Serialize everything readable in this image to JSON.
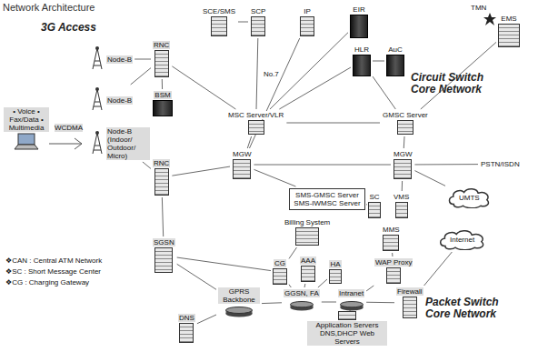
{
  "diagram": {
    "title": "Network Architecture",
    "nodes": [
      {
        "text": [
          "3G Access"
        ]
      },
      {
        "text": [
          "• Voice • Fax/Data • Multimedia"
        ],
        "in": 0
      },
      {
        "text": [
          "Node-B"
        ],
        "in": 0
      },
      {
        "text": [
          "Node-B"
        ],
        "in": 0
      },
      {
        "text": [
          "Node-B (Indoor/ Outdoor/ Micro)"
        ],
        "in": 0
      },
      {
        "text": [
          "RNC"
        ],
        "in": 0
      },
      {
        "text": [
          "RNC"
        ],
        "in": 0
      },
      {
        "text": [
          "BSM"
        ],
        "in": 0
      },
      {
        "text": [
          "SCE/SMS"
        ]
      },
      {
        "text": [
          "SCP"
        ]
      },
      {
        "text": [
          "IP"
        ]
      },
      {
        "text": [
          "EIR"
        ]
      },
      {
        "text": [
          "HLR"
        ]
      },
      {
        "text": [
          "AuC"
        ]
      },
      {
        "text": [
          "EMS"
        ]
      },
      {
        "text": [
          "Circuit Switch Core Network"
        ]
      },
      {
        "text": [
          "MSC Server/VLR"
        ],
        "in": 15
      },
      {
        "text": [
          "GMSC Server"
        ],
        "in": 15
      },
      {
        "text": [
          "MGW"
        ],
        "in": 15
      },
      {
        "text": [
          "MGW"
        ],
        "in": 15
      },
      {
        "text": [
          "SMS-GMSC Server SMS-IWMSC Server"
        ]
      },
      {
        "text": [
          "PSTN/ISDN"
        ]
      },
      {
        "text": [
          "SC"
        ]
      },
      {
        "text": [
          "VMS"
        ]
      },
      {
        "text": [
          "UMTS"
        ]
      },
      {
        "text": [
          "Internet"
        ]
      },
      {
        "text": [
          "Billing System"
        ]
      },
      {
        "text": [
          "MMS"
        ]
      },
      {
        "text": [
          "Packet Switch Core Network"
        ]
      },
      {
        "text": [
          "SGSN"
        ],
        "in": 28
      },
      {
        "text": [
          "CG"
        ],
        "in": 28
      },
      {
        "text": [
          "AAA"
        ],
        "in": 28
      },
      {
        "text": [
          "HA"
        ],
        "in": 28
      },
      {
        "text": [
          "WAP Proxy"
        ],
        "in": 28
      },
      {
        "text": [
          "GGSN, FA"
        ],
        "in": 28
      },
      {
        "text": [
          "Intranet"
        ],
        "in": 28
      },
      {
        "text": [
          "Firewall"
        ],
        "in": 28
      },
      {
        "text": [
          "GPRS Backbone"
        ],
        "in": 28
      },
      {
        "text": [
          "DNS"
        ],
        "in": 28
      },
      {
        "text": [
          "Application Servers DNS,DHCP Web Servers"
        ],
        "in": 28
      }
    ],
    "edges": [
      {
        "from": 2,
        "to": 5,
        "arrow": "none"
      },
      {
        "from": 3,
        "to": 5,
        "arrow": "none"
      },
      {
        "from": 4,
        "to": 6,
        "arrow": "none"
      },
      {
        "from": 5,
        "to": 7,
        "arrow": "none"
      },
      {
        "from": 5,
        "to": 16,
        "arrow": "none"
      },
      {
        "from": 6,
        "to": 18,
        "arrow": "none"
      },
      {
        "from": 6,
        "to": 29,
        "arrow": "none"
      },
      {
        "from": 8,
        "to": 9,
        "arrow": "none"
      },
      {
        "from": 9,
        "to": 16,
        "label": "No.7",
        "arrow": "none"
      },
      {
        "from": 10,
        "to": 18,
        "arrow": "none"
      },
      {
        "from": 11,
        "to": 16,
        "arrow": "none"
      },
      {
        "from": 12,
        "to": 16,
        "arrow": "none"
      },
      {
        "from": 12,
        "to": 17,
        "arrow": "none"
      },
      {
        "from": 12,
        "to": 13,
        "arrow": "none"
      },
      {
        "from": 14,
        "to": 17,
        "arrow": "none"
      },
      {
        "from": 16,
        "to": 17,
        "arrow": "none"
      },
      {
        "from": 16,
        "to": 18,
        "arrow": "none"
      },
      {
        "from": 17,
        "to": 19,
        "arrow": "none"
      },
      {
        "from": 18,
        "to": 19,
        "arrow": "none"
      },
      {
        "from": 19,
        "to": 21,
        "arrow": "none"
      },
      {
        "from": 18,
        "to": 20,
        "arrow": "none"
      },
      {
        "from": 20,
        "to": 22,
        "arrow": "none"
      },
      {
        "from": 19,
        "to": 23,
        "arrow": "none"
      },
      {
        "from": 19,
        "to": 24,
        "arrow": "none"
      },
      {
        "from": 29,
        "to": 37,
        "arrow": "none"
      },
      {
        "from": 37,
        "to": 34,
        "arrow": "none"
      },
      {
        "from": 38,
        "to": 37,
        "arrow": "none"
      },
      {
        "from": 29,
        "to": 30,
        "arrow": "none"
      },
      {
        "from": 34,
        "to": 30,
        "arrow": "none"
      },
      {
        "from": 30,
        "to": 26,
        "arrow": "none"
      },
      {
        "from": 34,
        "to": 31,
        "arrow": "none"
      },
      {
        "from": 34,
        "to": 32,
        "arrow": "none"
      },
      {
        "from": 34,
        "to": 35,
        "arrow": "none"
      },
      {
        "from": 35,
        "to": 33,
        "arrow": "none"
      },
      {
        "from": 33,
        "to": 27,
        "arrow": "none"
      },
      {
        "from": 35,
        "to": 36,
        "arrow": "none"
      },
      {
        "from": 36,
        "to": 25,
        "arrow": "none"
      },
      {
        "from": 35,
        "to": 39,
        "arrow": "none"
      }
    ],
    "labels": [
      "WCDMA",
      "TMN",
      "❖CAN : Central ATM Network",
      "❖SC : Short Message Center",
      "❖CG : Charging Gateway"
    ]
  }
}
